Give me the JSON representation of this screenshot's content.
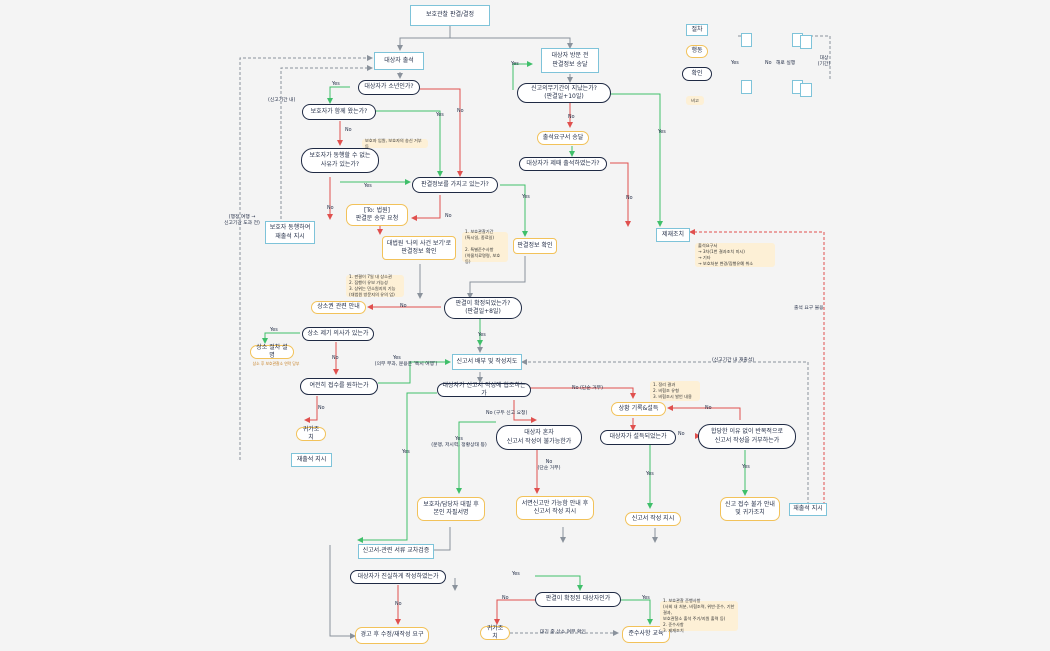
{
  "diagram": {
    "title": "보호관찰 판결/결정",
    "nodes": {
      "summon": "대상자 출석",
      "visit": "대상자 방문 전\n판결정보 송달",
      "minor": "대상자가 소년인가?",
      "guardian_present": "보호자가 함께 왔는가?",
      "guardian_reason": "보호자가 동행할 수 없는\n사유가 있는가?",
      "guardian_resummon": "보호자 동행하여\n재출석 지시",
      "deadline": "신고의무기간이 지났는가?\n(판결일+10일)",
      "summon_doc": "출석요구서 송달",
      "attend_date": "대상자가 제때 출석하였는가?",
      "sanction": "제재조치",
      "verify_q": "판결정보를 가지고 있는가?",
      "tp_request": "[To: 법원]\n판결문 송부 요청",
      "self_check": "대법원 '나의 사건 보기'로\n판결정보 확인",
      "judgement_check": "판결정보 확인",
      "confirmed": "판결이 확정되었는가?\n(판결일+8일)",
      "appeal_guide": "상소권 관련 안내",
      "appeal_will": "상소 제기 의사가 있는가",
      "appeal_explain": "상소 절차 설명",
      "appeal_note": "상소 후 보호관찰소 연락 당부",
      "withdraw": "여전히 접수를 원하는가",
      "return1": "귀가조치",
      "resummon1": "재출석 지시",
      "form_prep": "신고서 배부 및 작성지도",
      "coop": "대상자가 신고서 작성에 협조하는가",
      "situation": "상황 기록&설득",
      "persuaded": "대상자가 설득되었는가",
      "refuse": "합당한 이유 없이 반복적으로\n신고서 작성을 거부하는가",
      "refuse_guide": "신고 접수 불가 안내\n및 귀가조치",
      "resummon2": "재출석 지시",
      "alone": "대상자 혼자\n신고서 작성이 불가능한가",
      "assist_write": "보호자/담당자 대필 후\n본인 자필서명",
      "verbal": "서면신고만 가능함 안내 후\n신고서 작성 지시",
      "form_write": "신고서 작성 지시",
      "crosscheck": "신고서-관련 서류 교차검증",
      "honest": "대상자가 진실하게 작성하였는가",
      "warn": "경고 후 수정/재작성 요구",
      "final_confirm": "판결이 확정된 대상자인가",
      "return2": "귀가조치",
      "orient": "준수사항 교육"
    },
    "notes": {
      "no_guardian": "보호자 입원, 보호자의 송신 거부 등",
      "sanction_note": "출석요구서\n→ 3차(1번 결과조치 미시)\n→ 기타\n→ 보호처분 변경/집행유예 취소",
      "court_note": "1. 보호관찰기간\n   (특시일, 종료일)\n\n2. 특별준수사항\n   (약물치료명령, 보호 등)",
      "appeal_reasons": "1. 판결이 7일 내 상소권\n2. 집행이 유보 가능성\n3. 상위는 민소원지의 기능\n   (대법원 방문지의 유의 업)",
      "situation_note": "1. 정리 결과\n2. 비협조 유형\n3. 비협조시 발언 내용",
      "orient_note": "1. 보호관찰 준행사항\n   (사회 내 처분, 비협조력, 위반·준수, 기한 결과,\n   보호관찰소 출석 주기/지원 출력 등)\n2. 준수사항\n3. 제재조치"
    },
    "labels": {
      "yes": "Yes",
      "no": "No",
      "deadline_minor": "(신고기간 내)",
      "deadline_passed": "(신고기간 내 재출석)",
      "waiting_loop": "(행정 여행 →\n신고기간 도과 전)",
      "stubborn": "(의무 부과, 문용은 '특시 여행')",
      "no_simple": "No (단순 거부)",
      "no_assist": "No (구두 신고 요청)",
      "yes_illness": "Yes\n(문맹, 저시력, 정황상태 등)",
      "no_simple2": "No\n(단순 거부)",
      "repeat_summon": "출석 요구 불응",
      "period_check": "대기 중 상소 여부 확인"
    },
    "legend": {
      "process": "절차",
      "action": "행동",
      "decision": "확인",
      "note": "비고",
      "yes": "Yes",
      "no": "No",
      "order_change": "해로 실행",
      "branch": "대상\n(기간)"
    }
  }
}
